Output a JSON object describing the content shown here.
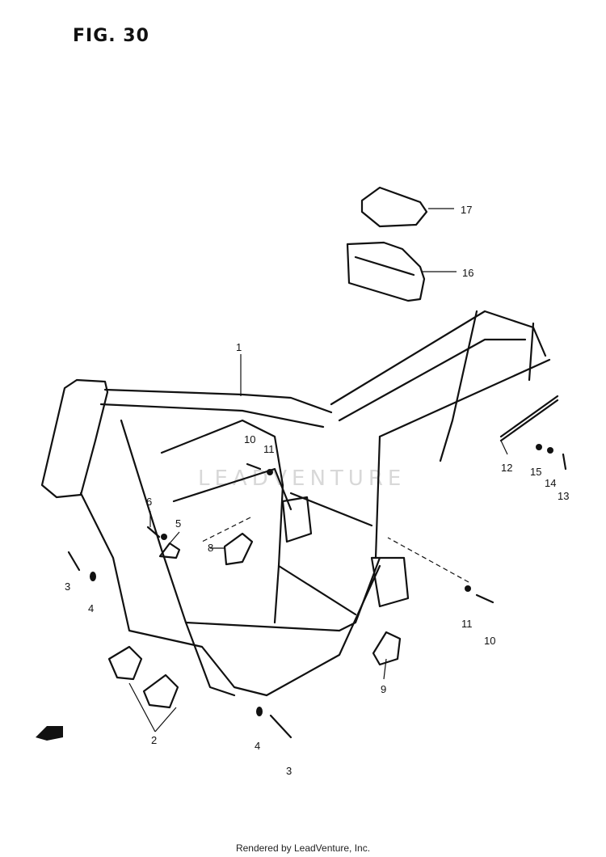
{
  "figure": {
    "title": "FIG. 30"
  },
  "watermark": "LEADVENTURE",
  "footer": "Rendered by LeadVenture, Inc.",
  "callouts": {
    "c1": "1",
    "c2": "2",
    "c3a": "3",
    "c3b": "3",
    "c4a": "4",
    "c4b": "4",
    "c5": "5",
    "c6": "6",
    "c8": "8",
    "c9": "9",
    "c10a": "10",
    "c10b": "10",
    "c11a": "11",
    "c11b": "11",
    "c12": "12",
    "c13": "13",
    "c14": "14",
    "c15": "15",
    "c16": "16",
    "c17": "17"
  },
  "icons": {
    "direction": "front-arrow-icon"
  }
}
